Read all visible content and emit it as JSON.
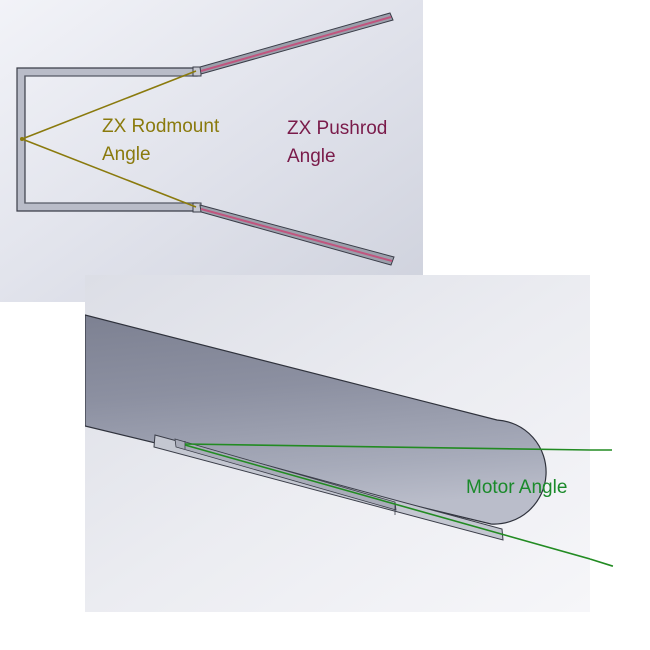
{
  "top_view": {
    "rodmount_label_line1": "ZX Rodmount",
    "rodmount_label_line2": "Angle",
    "pushrod_label_line1": "ZX Pushrod",
    "pushrod_label_line2": "Angle",
    "rodmount_color": "#8a7a0d",
    "pushrod_color": "#7a1b4a",
    "rod_color": "#c0567f"
  },
  "side_view": {
    "motor_label": "Motor Angle",
    "motor_color": "#1a8a2a",
    "line_color": "#228b22"
  }
}
